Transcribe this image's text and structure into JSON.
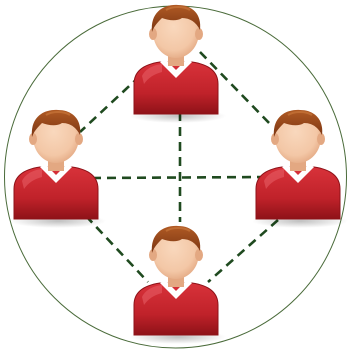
{
  "diagram": {
    "description_type": "network-of-people",
    "colors": {
      "background": "#ffffff",
      "ring": "#4a6b3a",
      "connector": "#1f4a1f",
      "shirt": "#c0222a",
      "shirt_dark": "#8e1218",
      "collar": "#ffffff",
      "skin": "#f3c7a6",
      "skin_shade": "#e3a882",
      "hair": "#9a4a1e",
      "hair_dark": "#6e2f10"
    },
    "nodes": [
      {
        "id": "person-top",
        "icon": "person-icon"
      },
      {
        "id": "person-left",
        "icon": "person-icon"
      },
      {
        "id": "person-right",
        "icon": "person-icon"
      },
      {
        "id": "person-bottom",
        "icon": "person-icon"
      }
    ],
    "connections": [
      {
        "from": "person-top",
        "to": "person-left",
        "style": "dashed"
      },
      {
        "from": "person-top",
        "to": "person-right",
        "style": "dashed"
      },
      {
        "from": "person-left",
        "to": "person-bottom",
        "style": "dashed"
      },
      {
        "from": "person-right",
        "to": "person-bottom",
        "style": "dashed"
      },
      {
        "from": "person-left",
        "to": "person-right",
        "style": "dashed"
      },
      {
        "from": "person-top",
        "to": "person-bottom",
        "style": "dashed"
      }
    ]
  }
}
